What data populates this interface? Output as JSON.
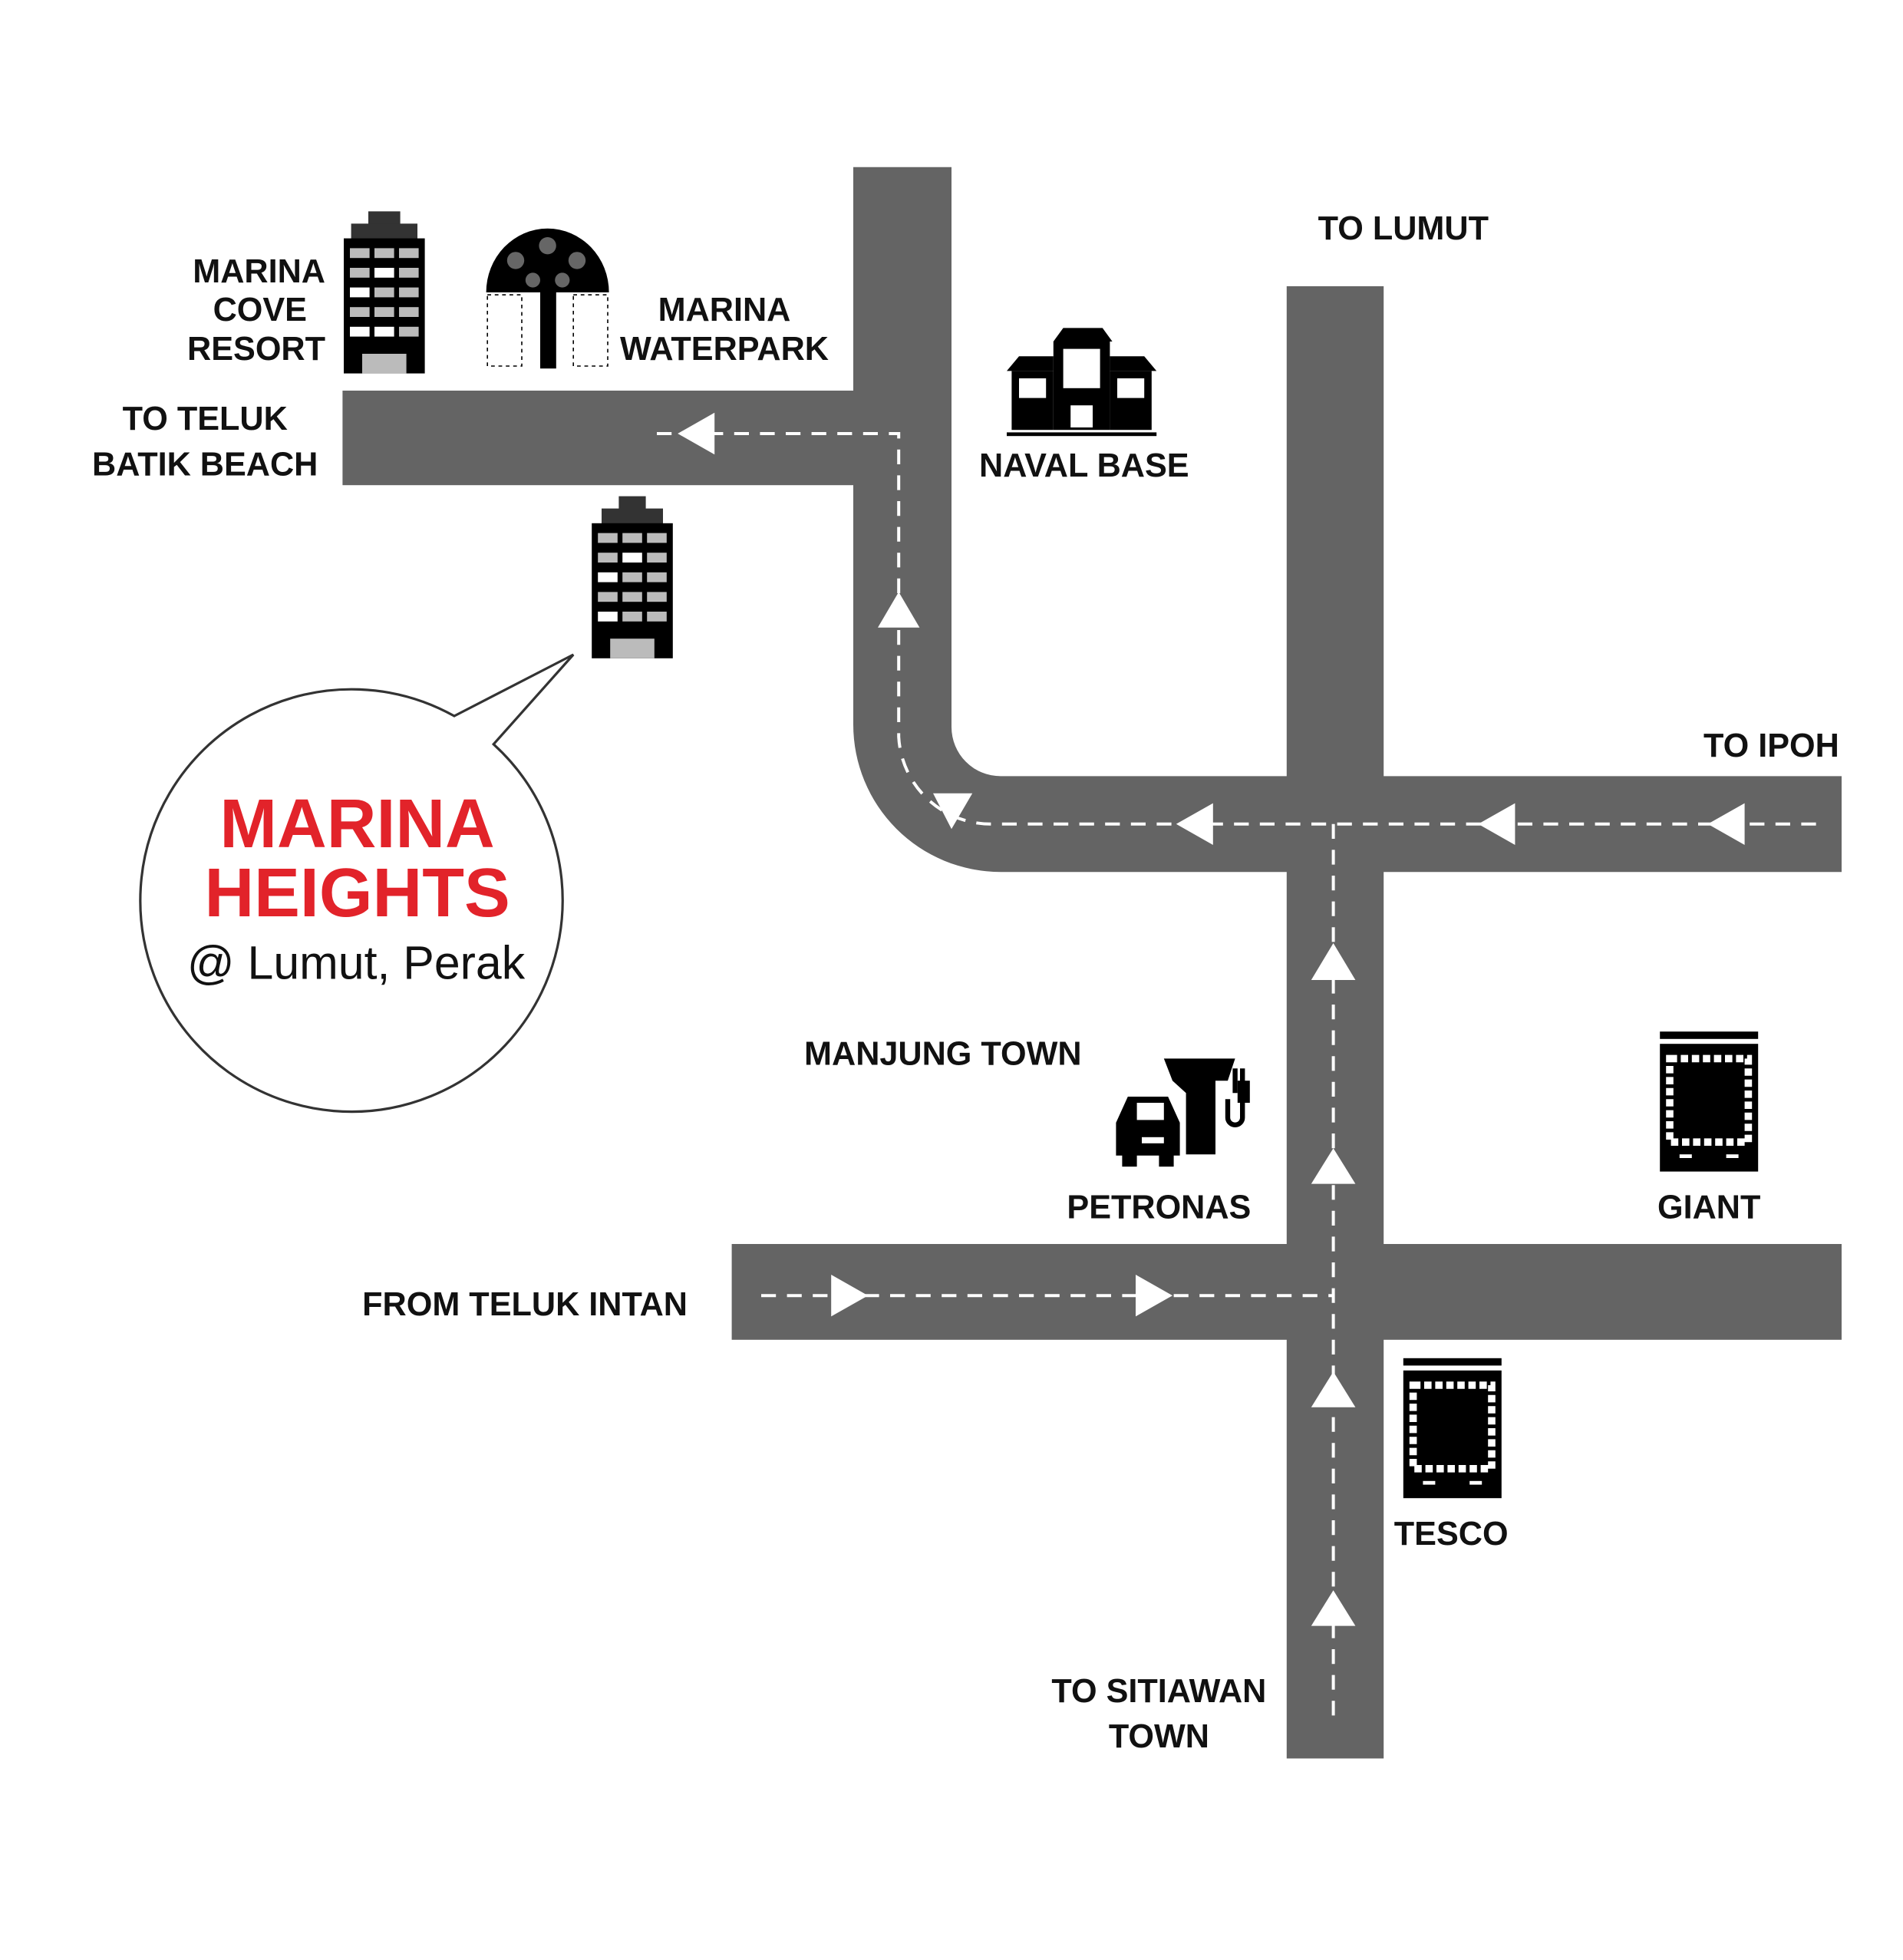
{
  "colors": {
    "road": "#646464",
    "accent": "#e2232a",
    "icon": "#000000"
  },
  "callout": {
    "title_line1": "MARINA",
    "title_line2": "HEIGHTS",
    "subtitle": "@ Lumut, Perak"
  },
  "labels": {
    "marina_cove": [
      "MARINA",
      "COVE",
      "RESORT"
    ],
    "waterpark": [
      "MARINA",
      "WATERPARK"
    ],
    "teluk_batik": [
      "TO TELUK",
      "BATIK BEACH"
    ],
    "naval_base": "NAVAL BASE",
    "to_lumut": "TO LUMUT",
    "to_ipoh": "TO IPOH",
    "manjung": "MANJUNG TOWN",
    "petronas": "PETRONAS",
    "giant": "GIANT",
    "from_teluk_intan": "FROM TELUK INTAN",
    "tesco": "TESCO",
    "sitiawan": [
      "TO SITIAWAN",
      "TOWN"
    ]
  },
  "icons": [
    "hotel-building-icon",
    "waterpark-umbrella-icon",
    "naval-base-icon",
    "apartment-building-icon",
    "petrol-station-icon",
    "mall-icon"
  ]
}
